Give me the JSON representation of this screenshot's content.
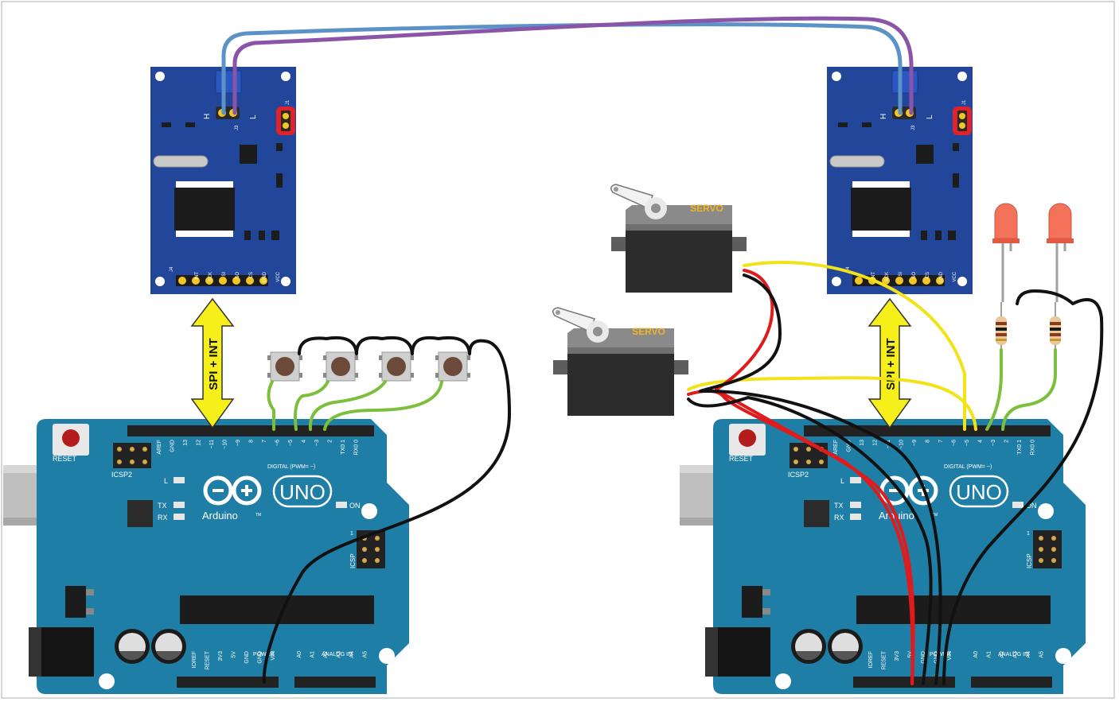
{
  "arduino": {
    "reset_label": "RESET",
    "icsp2_label": "ICSP2",
    "icsp_label": "ICSP",
    "l_label": "L",
    "tx_label": "TX",
    "rx_label": "RX",
    "on_label": "ON",
    "uno_label": "UNO",
    "brand_label": "Arduino",
    "tm_label": "TM",
    "digital_label": "DIGITAL (PWM= ~)",
    "power_label": "POWER",
    "analog_label": "ANALOG IN",
    "icsp_pin1": "1",
    "digital_pins": [
      "AREF",
      "GND",
      "13",
      "12",
      "~11",
      "~10",
      "~9",
      "8",
      "7",
      "~6",
      "~5",
      "4",
      "~3",
      "2",
      "TX0 1",
      "RX0 0"
    ],
    "power_pins": [
      "IOREF",
      "RESET",
      "3V3",
      "5V",
      "GND",
      "GND",
      "VIN"
    ],
    "analog_pins": [
      "A0",
      "A1",
      "A2",
      "A3",
      "A4",
      "A5"
    ]
  },
  "can_module": {
    "h_label": "H",
    "l_label": "L",
    "j3_label": "J3",
    "j1_label": "J1",
    "j4_label": "J4",
    "pins": [
      "INT",
      "SCK",
      "SI",
      "SO",
      "CS",
      "GND",
      "VCC"
    ]
  },
  "servo": {
    "label": "SERVO"
  },
  "connections": {
    "spi_label": "SPI + INT"
  },
  "colors": {
    "board": "#1f7da3",
    "module": "#22469a",
    "wire_blue": "#5b92c8",
    "wire_purple": "#8a55a8",
    "wire_yellow": "#f2e318",
    "wire_red": "#e01b1b",
    "wire_black": "#111111",
    "wire_green": "#7bbf3c",
    "arrow": "#f7ef1a",
    "led": "#f4715a"
  }
}
